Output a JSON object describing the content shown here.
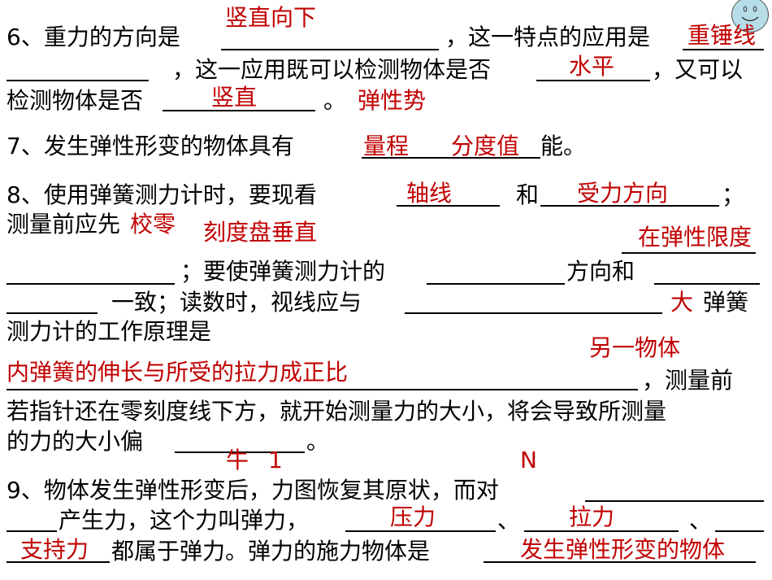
{
  "questions": {
    "q6": {
      "a": "6、重力的方向是",
      "b": "，这一特点的应用是",
      "c": "，这一应用既可以检测物体是否",
      "d": "，又可以",
      "e": "检测物体是否",
      "f": "。"
    },
    "q7": {
      "a": "7、发生弹性形变的物体具有",
      "b": "能。"
    },
    "q8": {
      "a": "8、使用弹簧测力计时，要现看",
      "b": "和",
      "c": "；",
      "d": "测量前应先",
      "e": "；要使弹簧测力计的",
      "f": "方向和",
      "g": "一致；读数时，视线应与",
      "h": "弹簧",
      "i": "测力计的工作原理是",
      "j": "，测量前",
      "k": "若指针还在零刻度线下方，就开始测量力的大小，将会导致所测量",
      "l": "的力的大小偏",
      "m": "。"
    },
    "q9": {
      "a": "9、物体发生弹性形变后，力图恢复其原状，而对",
      "b": "产生力，这个力叫弹力，",
      "c": "、",
      "d": "、",
      "e": "都属于弹力。弹力的施力物体是"
    }
  },
  "answers": [
    "竖直向下",
    "重锤线",
    "水平",
    "竖直",
    "弹性势",
    "量程",
    "分度值",
    "校零",
    "轴线",
    "受力方向",
    "刻度盘垂直",
    "在弹性限度",
    "内弹簧的伸长与所受的拉力成正比",
    "大",
    "另一物体",
    "压力",
    "拉力",
    "支持力",
    "发生弹性形变的物体",
    "牛",
    "N",
    "1"
  ],
  "colors": {
    "answer": "#c00000",
    "text": "#000000",
    "smiley": "#b7dde8"
  },
  "icons": {
    "corner": "smiley-face-icon"
  }
}
